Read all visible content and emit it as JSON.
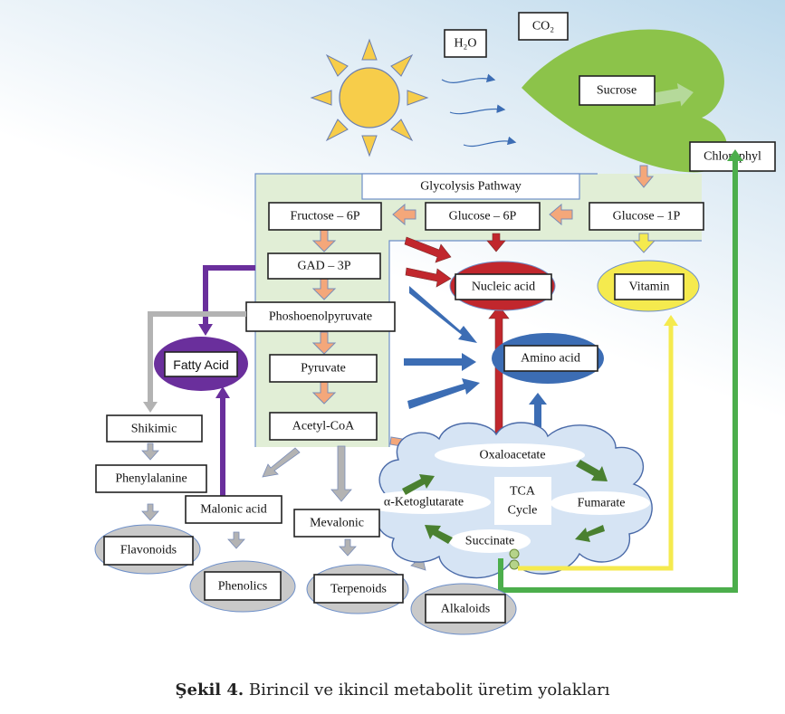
{
  "figure": {
    "caption_label": "Şekil 4.",
    "caption_text": " Birincil ve ikincil metabolit üretim yolakları"
  },
  "colors": {
    "leaf": "#8cc34a",
    "sun": "#f7cd4a",
    "glycolysis_bg": "#e1eed6",
    "orange_arrow": "#f4a77a",
    "red": "#c1272d",
    "blue": "#3c6db4",
    "purple": "#6a2f9c",
    "grey": "#b3b3b3",
    "green_line": "#4cae4c",
    "yellow": "#f5ea4e",
    "tca_cloud": "#d6e4f4",
    "tca_arrow": "#4a8030"
  },
  "inputs": {
    "water": "H₂O",
    "co2": "CO₂",
    "sun_icon": "sun-icon",
    "leaf_icon": "leaf-icon"
  },
  "leaf": {
    "sucrose": "Sucrose"
  },
  "chlorophyl": "Chlorophyl",
  "glycolysis": {
    "title": "Glycolysis Pathway",
    "glucose_1p": "Glucose – 1P",
    "glucose_6p": "Glucose – 6P",
    "fructose_6p": "Fructose – 6P",
    "gad_3p": "GAD – 3P",
    "pep": "Phoshoenolpyruvate",
    "pyruvate": "Pyruvate",
    "acetyl_coa": "Acetyl-CoA"
  },
  "products": {
    "nucleic_acid": "Nucleic acid",
    "vitamin": "Vitamin",
    "amino_acid": "Amino acid",
    "fatty_acid": "Fatty Acid"
  },
  "tca": {
    "title_line1": "TCA",
    "title_line2": "Cycle",
    "oxaloacetate": "Oxaloacetate",
    "fumarate": "Fumarate",
    "succinate": "Succinate",
    "ketoglutarate": "α-Ketoglutarate"
  },
  "secondary": {
    "shikimic": "Shikimic",
    "phenylalanine": "Phenylalanine",
    "flavonoids": "Flavonoids",
    "malonic_acid": "Malonic acid",
    "phenolics": "Phenolics",
    "mevalonic": "Mevalonic",
    "terpenoids": "Terpenoids",
    "alkaloids": "Alkaloids"
  }
}
